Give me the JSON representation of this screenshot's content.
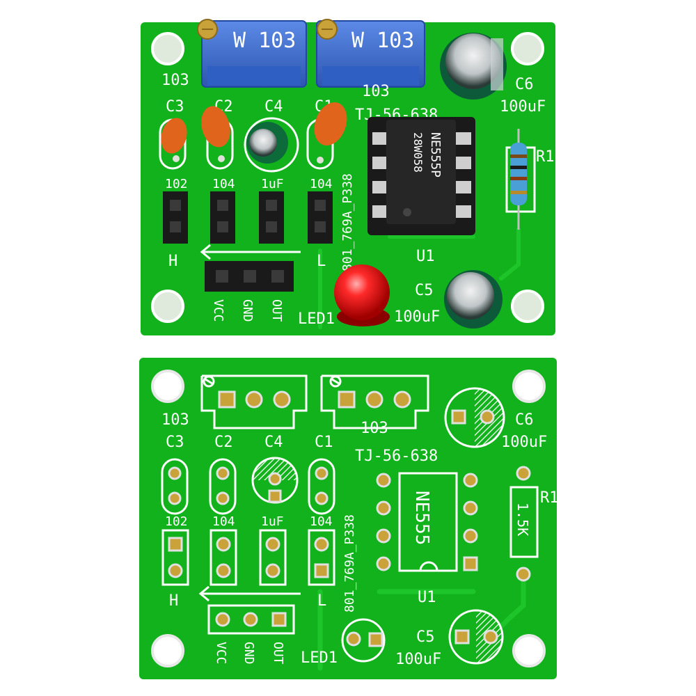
{
  "top_board": {
    "pot_left_marking": "W 103",
    "pot_right_marking": "W 103",
    "pot_left_label": "103",
    "pot_right_label": "103",
    "c6_label": "C6",
    "c6_value": "100uF",
    "c3_label": "C3",
    "c2_label": "C2",
    "c4_label": "C4",
    "c1_label": "C1",
    "module_id": "TJ-56-638",
    "ic_marking_line1": "28W058",
    "ic_marking_line2": "NE555P",
    "r1_label": "R1",
    "jumper_labels": [
      "102",
      "104",
      "1uF",
      "104"
    ],
    "part_code": "801_769A_P338",
    "h_label": "H",
    "l_label": "L",
    "u1_label": "U1",
    "header_labels": [
      "VCC",
      "GND",
      "OUT"
    ],
    "c5_label": "C5",
    "c5_value": "100uF",
    "led_label": "LED1"
  },
  "bottom_board": {
    "pot_left_label": "103",
    "pot_right_label": "103",
    "c6_label": "C6",
    "c6_value": "100uF",
    "c3_label": "C3",
    "c2_label": "C2",
    "c4_label": "C4",
    "c1_label": "C1",
    "module_id": "TJ-56-638",
    "ic_label": "NE555",
    "r1_label": "R1",
    "r1_value": "1.5K",
    "jumper_labels": [
      "102",
      "104",
      "1uF",
      "104"
    ],
    "part_code": "801_769A_P338",
    "h_label": "H",
    "l_label": "L",
    "u1_label": "U1",
    "header_labels": [
      "VCC",
      "GND",
      "OUT"
    ],
    "c5_label": "C5",
    "c5_value": "100uF",
    "led_label": "LED1"
  },
  "colors": {
    "pcb_green": "#12b21d",
    "pcb_green_dark": "#0f9a18",
    "trace_green": "#1ec52a",
    "silkscreen": "#ffffff",
    "pot_blue": "#3b6fd4",
    "ic_black": "#1b1b1b",
    "led_red": "#e01818",
    "ceramic_orange": "#e0641c",
    "pad_gold": "#c9a23a"
  }
}
